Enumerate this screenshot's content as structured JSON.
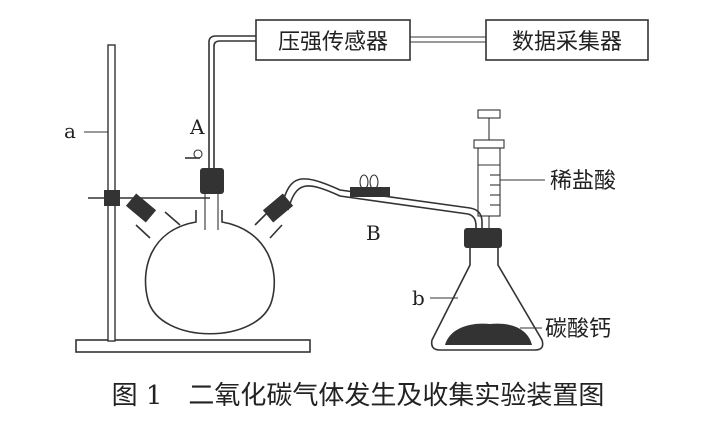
{
  "labels": {
    "stand": "a",
    "valve_a": "A",
    "clamp_b": "B",
    "flask_b": "b",
    "pressure_sensor": "压强传感器",
    "data_collector": "数据采集器",
    "acid": "稀盐酸",
    "carbonate": "碳酸钙"
  },
  "caption": "图 1　二氧化碳气体发生及收集实验装置图"
}
